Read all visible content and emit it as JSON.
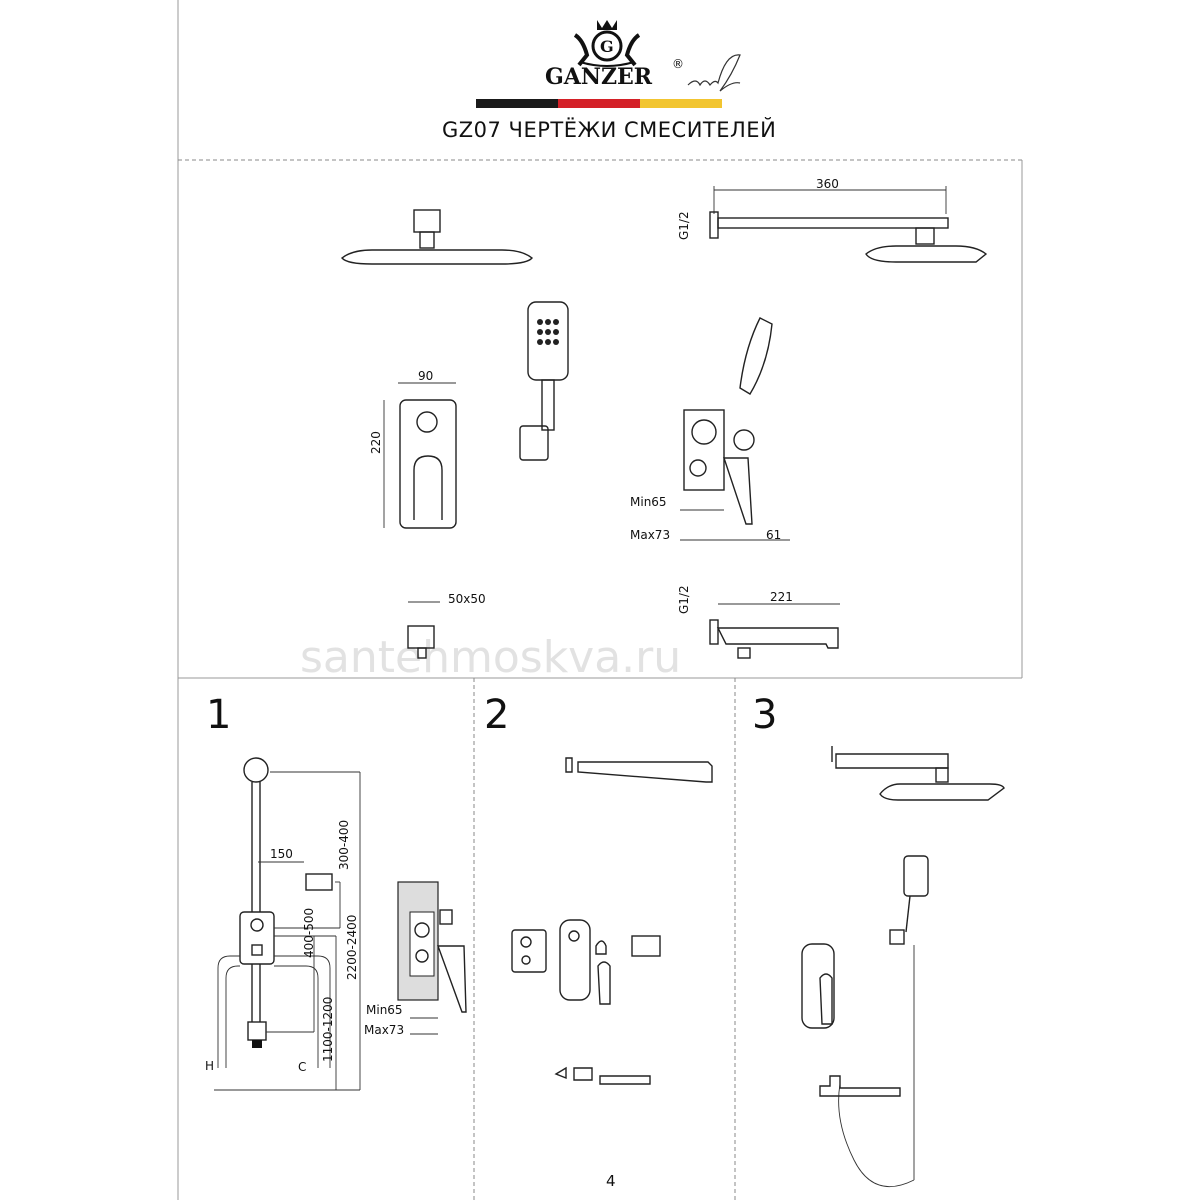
{
  "header": {
    "brand": "GANZER",
    "registered_mark": "®",
    "signature": "signature",
    "flag_colors": [
      "#1a1a1a",
      "#d42027",
      "#f2c530"
    ],
    "title": "GZ07 ЧЕРТЁЖИ СМЕСИТЕЛЕЙ"
  },
  "watermark": "santehmoskva.ru",
  "top_section": {
    "overhead_shower_arm_length": "360",
    "thread_arm": "G1/2",
    "mixer_width": "90",
    "mixer_height": "220",
    "depth_min": "Min65",
    "depth_max": "Max73",
    "handle_projection": "61",
    "outlet_size": "50x50",
    "thread_spout": "G1/2",
    "spout_length": "221"
  },
  "panels": [
    {
      "number": "1",
      "dims": {
        "offset": "150",
        "holder_height": "300-400",
        "mixer_height": "400-500",
        "total_height": "2200-2400",
        "outlet_height": "1100-1200",
        "depth_min": "Min65",
        "depth_max": "Max73",
        "hot": "H",
        "cold": "C"
      }
    },
    {
      "number": "2"
    },
    {
      "number": "3"
    }
  ],
  "page_number": "4"
}
